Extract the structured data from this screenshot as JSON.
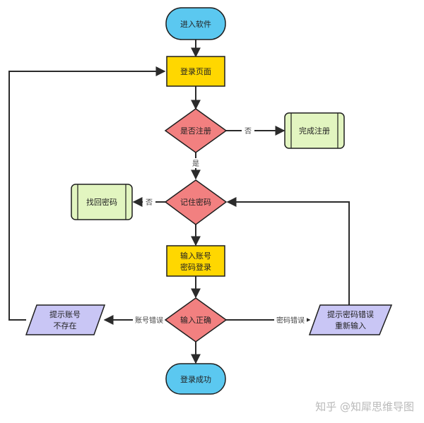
{
  "nodes": {
    "start": "进入软件",
    "login_page": "登录页面",
    "registered_q": "是否注册",
    "complete_reg": "完成注册",
    "remember_q": "记住密码",
    "recover_pw": "找回密码",
    "input_line1": "输入账号",
    "input_line2": "密码登录",
    "correct_q": "输入正确",
    "acct_missing_line1": "提示账号",
    "acct_missing_line2": "不存在",
    "pw_wrong_line1": "提示密码错误",
    "pw_wrong_line2": "重新输入",
    "success": "登录成功"
  },
  "edges": {
    "not_registered": "否",
    "registered": "是",
    "not_remembered": "否",
    "account_error": "账号错误",
    "password_error": "密码错误"
  },
  "watermark": "知乎 @知犀思维导图",
  "colors": {
    "terminal": "#5bc8f0",
    "process": "#ffd700",
    "decision": "#f28080",
    "subprocess": "#e2f5c0",
    "io": "#c9c6f5",
    "stroke": "#1e1e1e",
    "line": "#2b2b2b"
  }
}
